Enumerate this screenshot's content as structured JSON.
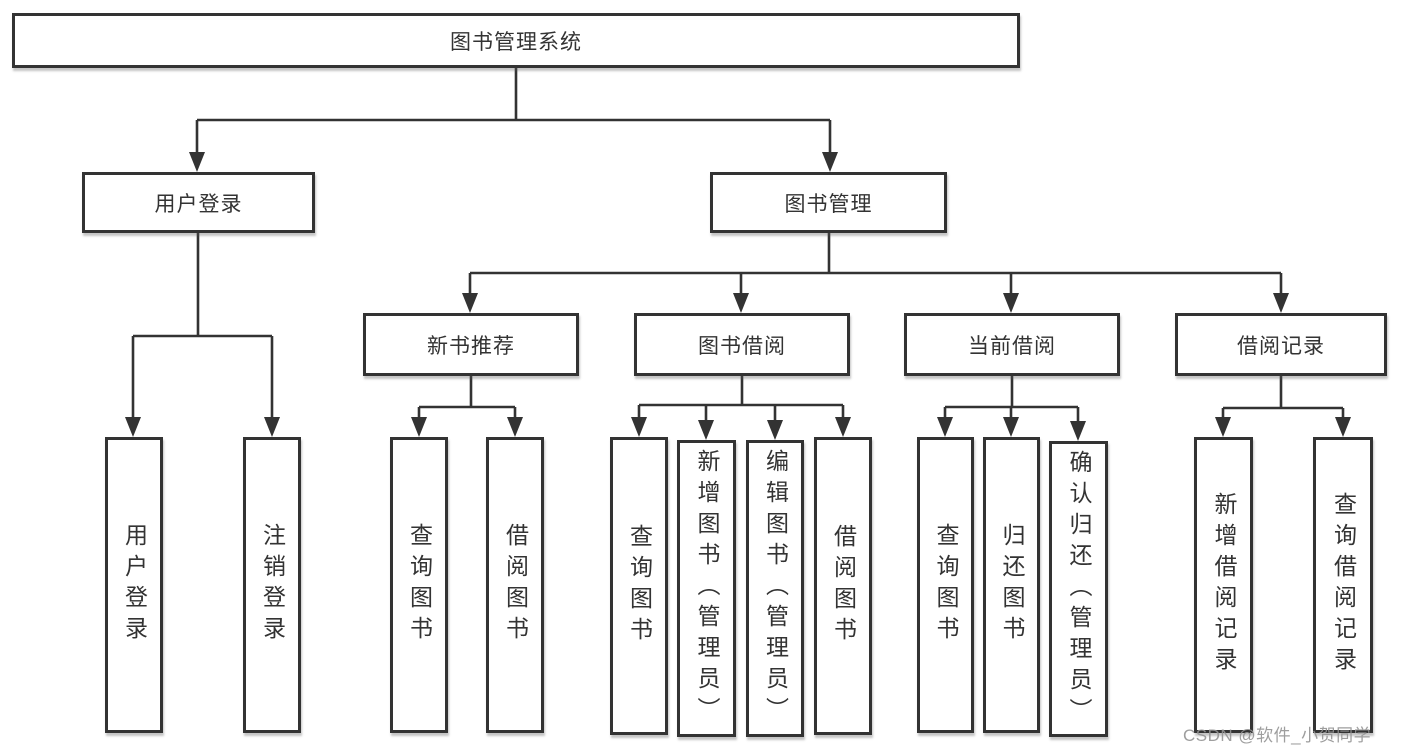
{
  "diagram": {
    "title": "图书管理系统",
    "level2": [
      {
        "label": "用户登录"
      },
      {
        "label": "图书管理"
      }
    ],
    "level3": [
      {
        "label": "新书推荐"
      },
      {
        "label": "图书借阅"
      },
      {
        "label": "当前借阅"
      },
      {
        "label": "借阅记录"
      }
    ],
    "leaves": [
      {
        "label": "用户登录"
      },
      {
        "label": "注销登录"
      },
      {
        "label": "查询图书"
      },
      {
        "label": "借阅图书"
      },
      {
        "label": "查询图书"
      },
      {
        "label": "新增图书（管理员）"
      },
      {
        "label": "编辑图书（管理员）"
      },
      {
        "label": "借阅图书"
      },
      {
        "label": "查询图书"
      },
      {
        "label": "归还图书"
      },
      {
        "label": "确认归还（管理员）"
      },
      {
        "label": "新增借阅记录"
      },
      {
        "label": "查询借阅记录"
      }
    ]
  },
  "watermark": {
    "text": "CSDN @软件_小贺同学"
  },
  "colors": {
    "line": "#333333",
    "text": "#333333",
    "box_background": "#ffffff",
    "watermark": "#949494",
    "background": "#ffffff"
  }
}
